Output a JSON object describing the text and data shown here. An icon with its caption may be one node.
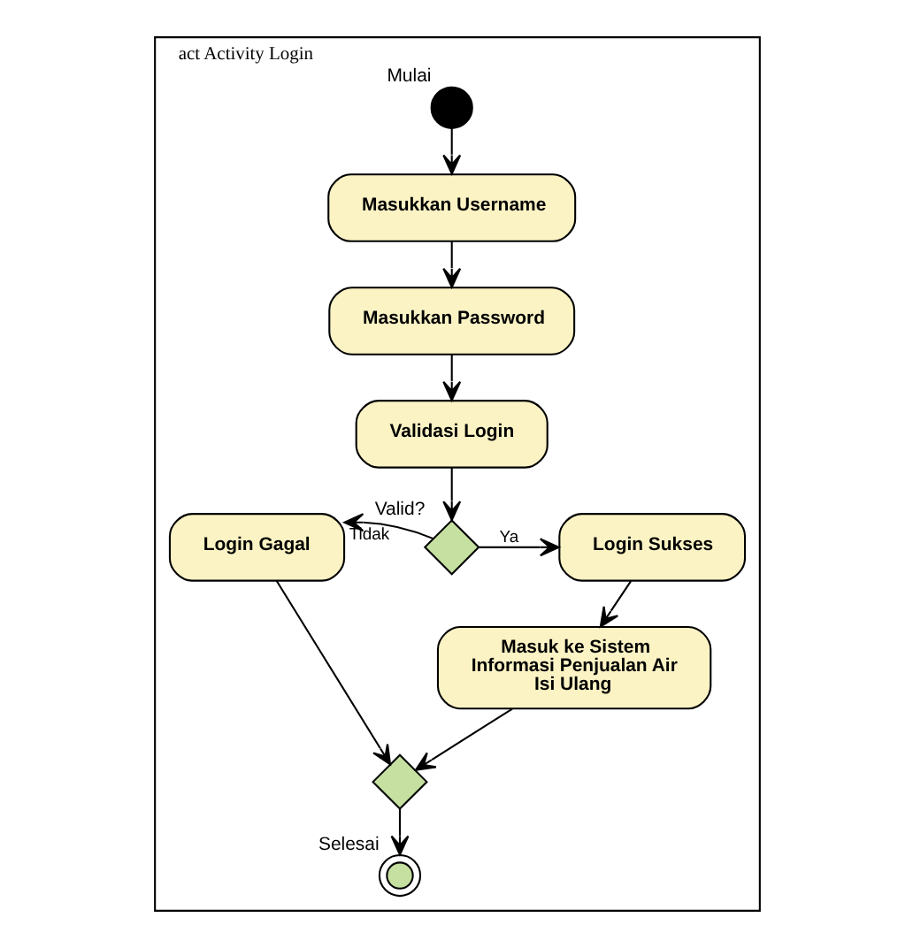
{
  "diagram": {
    "nodes": [
      {
        "text": [
          "act Activity Login"
        ]
      },
      {
        "text": [],
        "shape": "circle",
        "beside": [
          "Mulai"
        ],
        "in": 0
      },
      {
        "text": [
          "Masukkan Username"
        ],
        "in": 0
      },
      {
        "text": [
          "Masukkan Password"
        ],
        "in": 0
      },
      {
        "text": [
          "Validasi Login"
        ],
        "in": 0
      },
      {
        "text": [],
        "shape": "diamond",
        "beside": [
          "Valid?"
        ],
        "in": 0
      },
      {
        "text": [
          "Login Gagal"
        ],
        "in": 0
      },
      {
        "text": [
          "Login Sukses"
        ],
        "in": 0
      },
      {
        "text": [
          "Masuk ke Sistem Informasi Penjualan Air Isi Ulang"
        ],
        "in": 0
      },
      {
        "text": [],
        "shape": "diamond",
        "in": 0
      },
      {
        "text": [],
        "shape": "bullseye",
        "beside": [
          "Selesai"
        ],
        "in": 0
      }
    ],
    "edges": [
      {
        "from": 1,
        "to": 2,
        "arrow": "to"
      },
      {
        "from": 2,
        "to": 3,
        "arrow": "to"
      },
      {
        "from": 3,
        "to": 4,
        "arrow": "to"
      },
      {
        "from": 4,
        "to": 5,
        "arrow": "to"
      },
      {
        "from": 5,
        "to": 6,
        "arrow": "to",
        "label": "Tidak"
      },
      {
        "from": 5,
        "to": 7,
        "arrow": "to",
        "label": "Ya"
      },
      {
        "from": 7,
        "to": 8,
        "arrow": "to"
      },
      {
        "from": 6,
        "to": 9,
        "arrow": "to"
      },
      {
        "from": 8,
        "to": 9,
        "arrow": "to"
      },
      {
        "from": 9,
        "to": 10,
        "arrow": "to"
      }
    ]
  }
}
